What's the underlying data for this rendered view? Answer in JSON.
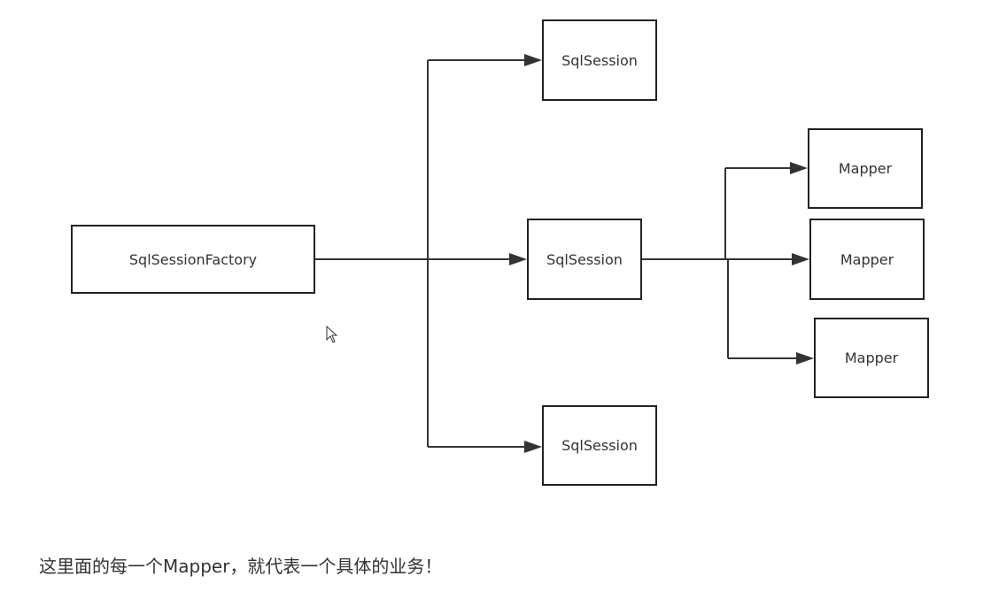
{
  "diagram": {
    "nodes": {
      "factory": "SqlSessionFactory",
      "session_top": "SqlSession",
      "session_middle": "SqlSession",
      "session_bottom": "SqlSession",
      "mapper_1": "Mapper",
      "mapper_2": "Mapper",
      "mapper_3": "Mapper"
    }
  },
  "caption": "这里面的每一个Mapper，就代表一个具体的业务！",
  "colors": {
    "stroke": "#222222",
    "text": "#333333",
    "background": "#ffffff"
  },
  "icons": {
    "cursor": "mouse-pointer-icon"
  }
}
